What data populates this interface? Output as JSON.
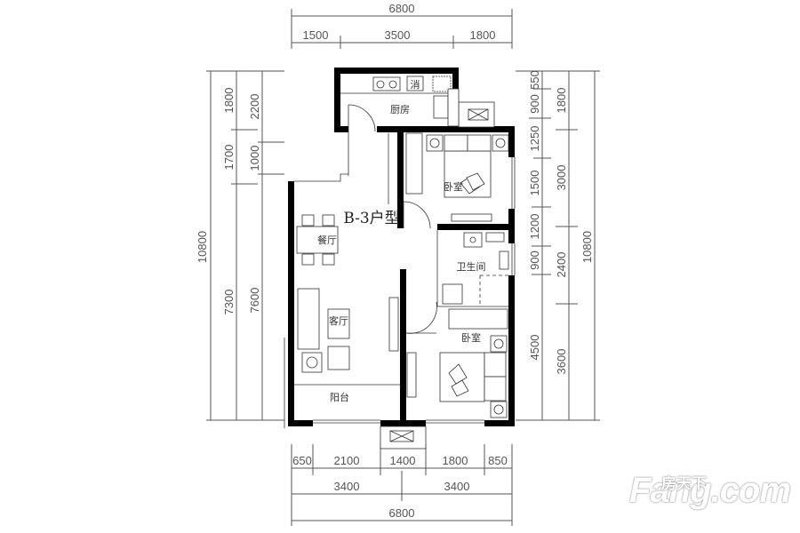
{
  "plan": {
    "title": "B-3户型",
    "rooms": {
      "kitchen": "厨房",
      "bedroom_top": "卧室",
      "dining": "餐厅",
      "bathroom": "卫生间",
      "living": "客厅",
      "bedroom_bottom": "卧室",
      "balcony": "阳台",
      "fire_cabinet": "消"
    }
  },
  "dimensions": {
    "top": {
      "total": "6800",
      "segments": [
        "1500",
        "3500",
        "1800"
      ]
    },
    "bottom": {
      "segments": [
        "650",
        "2100",
        "1400",
        "1800",
        "850"
      ],
      "halves": [
        "3400",
        "3400"
      ],
      "total": "6800"
    },
    "left": {
      "total": "10800",
      "middle": [
        "1800",
        "1700",
        "7300"
      ],
      "inner": [
        "2200",
        "1000",
        "7600"
      ]
    },
    "right": {
      "inner": [
        "550",
        "900",
        "1250",
        "1500",
        "1200",
        "900",
        "4500"
      ],
      "middle": [
        "1800",
        "3000",
        "2400",
        "3600"
      ],
      "total": "10800"
    }
  },
  "watermark": {
    "brand": "Fang.com",
    "chinese": "房天下"
  }
}
